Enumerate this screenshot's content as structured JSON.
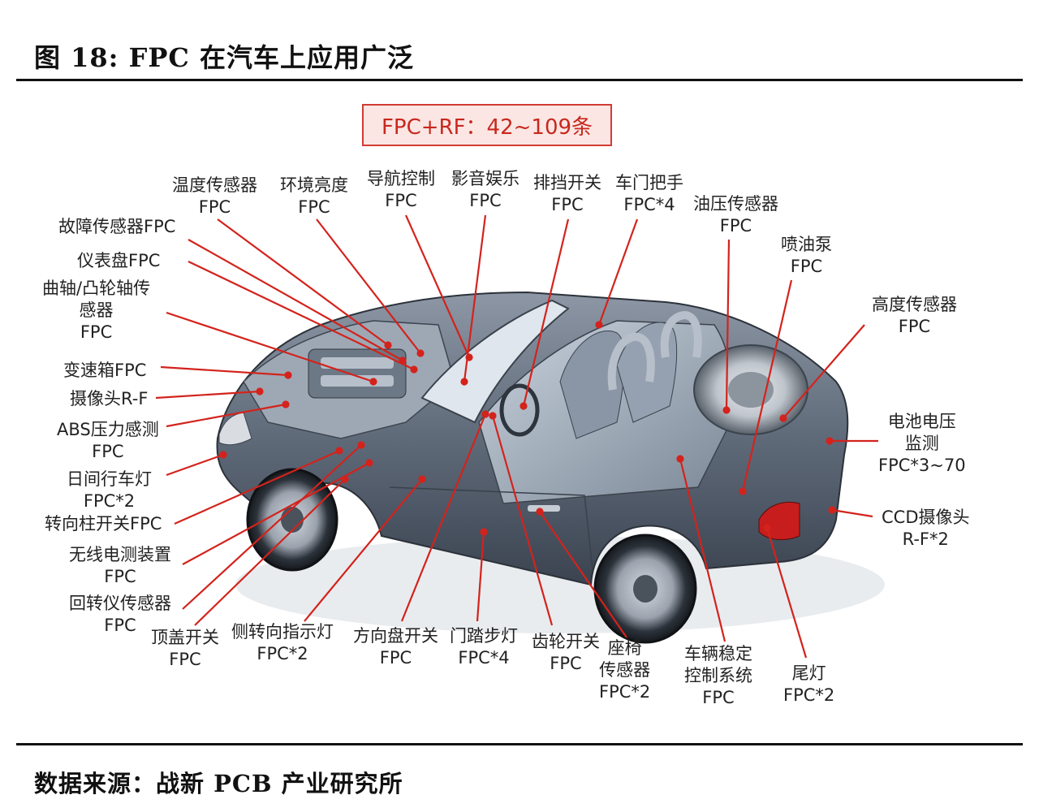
{
  "figure_title": "图 18:  FPC 在汽车上应用广泛",
  "banner": "FPC+RF：42~109条",
  "source": "数据来源：战新 PCB 产业研究所",
  "accent_color": "#d3231c",
  "labels": {
    "wendu": [
      "温度传感器",
      "FPC"
    ],
    "huanjing": [
      "环境亮度",
      "FPC"
    ],
    "daohang": [
      "导航控制",
      "FPC"
    ],
    "yingyin": [
      "影音娱乐",
      "FPC"
    ],
    "paidang": [
      "排挡开关",
      "FPC"
    ],
    "chemen": [
      "车门把手",
      "FPC*4"
    ],
    "youya": [
      "油压传感器",
      "FPC"
    ],
    "guzhang": [
      "故障传感器FPC"
    ],
    "yibiao": [
      "仪表盘FPC"
    ],
    "quzhou": [
      "曲轴/凸轮轴传",
      "感器",
      "FPC"
    ],
    "penyou": [
      "喷油泵",
      "FPC"
    ],
    "gaodu": [
      "高度传感器",
      "FPC"
    ],
    "biansu": [
      "变速箱FPC"
    ],
    "shexiang": [
      "摄像头R-F"
    ],
    "abs": [
      "ABS压力感测",
      "FPC"
    ],
    "dianchi": [
      "电池电压",
      "监测",
      "FPC*3~70"
    ],
    "rijian": [
      "日间行车灯",
      "FPC*2"
    ],
    "ccd": [
      "CCD摄像头",
      "R-F*2"
    ],
    "zhuanxiangzhu": [
      "转向柱开关FPC"
    ],
    "wuxian": [
      "无线电测装置",
      "FPC"
    ],
    "huizhuan": [
      "回转仪传感器",
      "FPC"
    ],
    "dinggai": [
      "顶盖开关",
      "FPC"
    ],
    "cezhuan": [
      "侧转向指示灯",
      "FPC*2"
    ],
    "fangxiangpan": [
      "方向盘开关",
      "FPC"
    ],
    "mentabu": [
      "门踏步灯",
      "FPC*4"
    ],
    "chilun": [
      "齿轮开关",
      "FPC"
    ],
    "zuoyi": [
      "座椅",
      "传感器",
      "FPC*2"
    ],
    "cheliang": [
      "车辆稳定",
      "控制系统",
      "FPC"
    ],
    "weideng": [
      "尾灯",
      "FPC*2"
    ]
  }
}
